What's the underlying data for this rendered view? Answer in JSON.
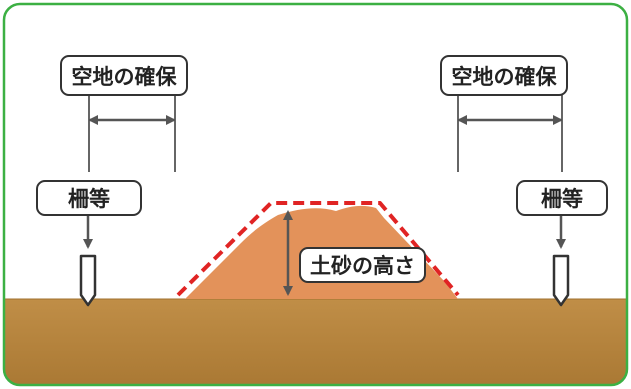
{
  "labels": {
    "left_space": "空地の確保",
    "right_space": "空地の確保",
    "left_fence": "柵等",
    "right_fence": "柵等",
    "soil_height": "土砂の高さ"
  },
  "colors": {
    "frame_border": "#3cb043",
    "ground": "#bd8c43",
    "soil_pile": "#e3925a",
    "boundary_dash": "#e02424",
    "arrow": "#555555",
    "text": "#222222"
  }
}
